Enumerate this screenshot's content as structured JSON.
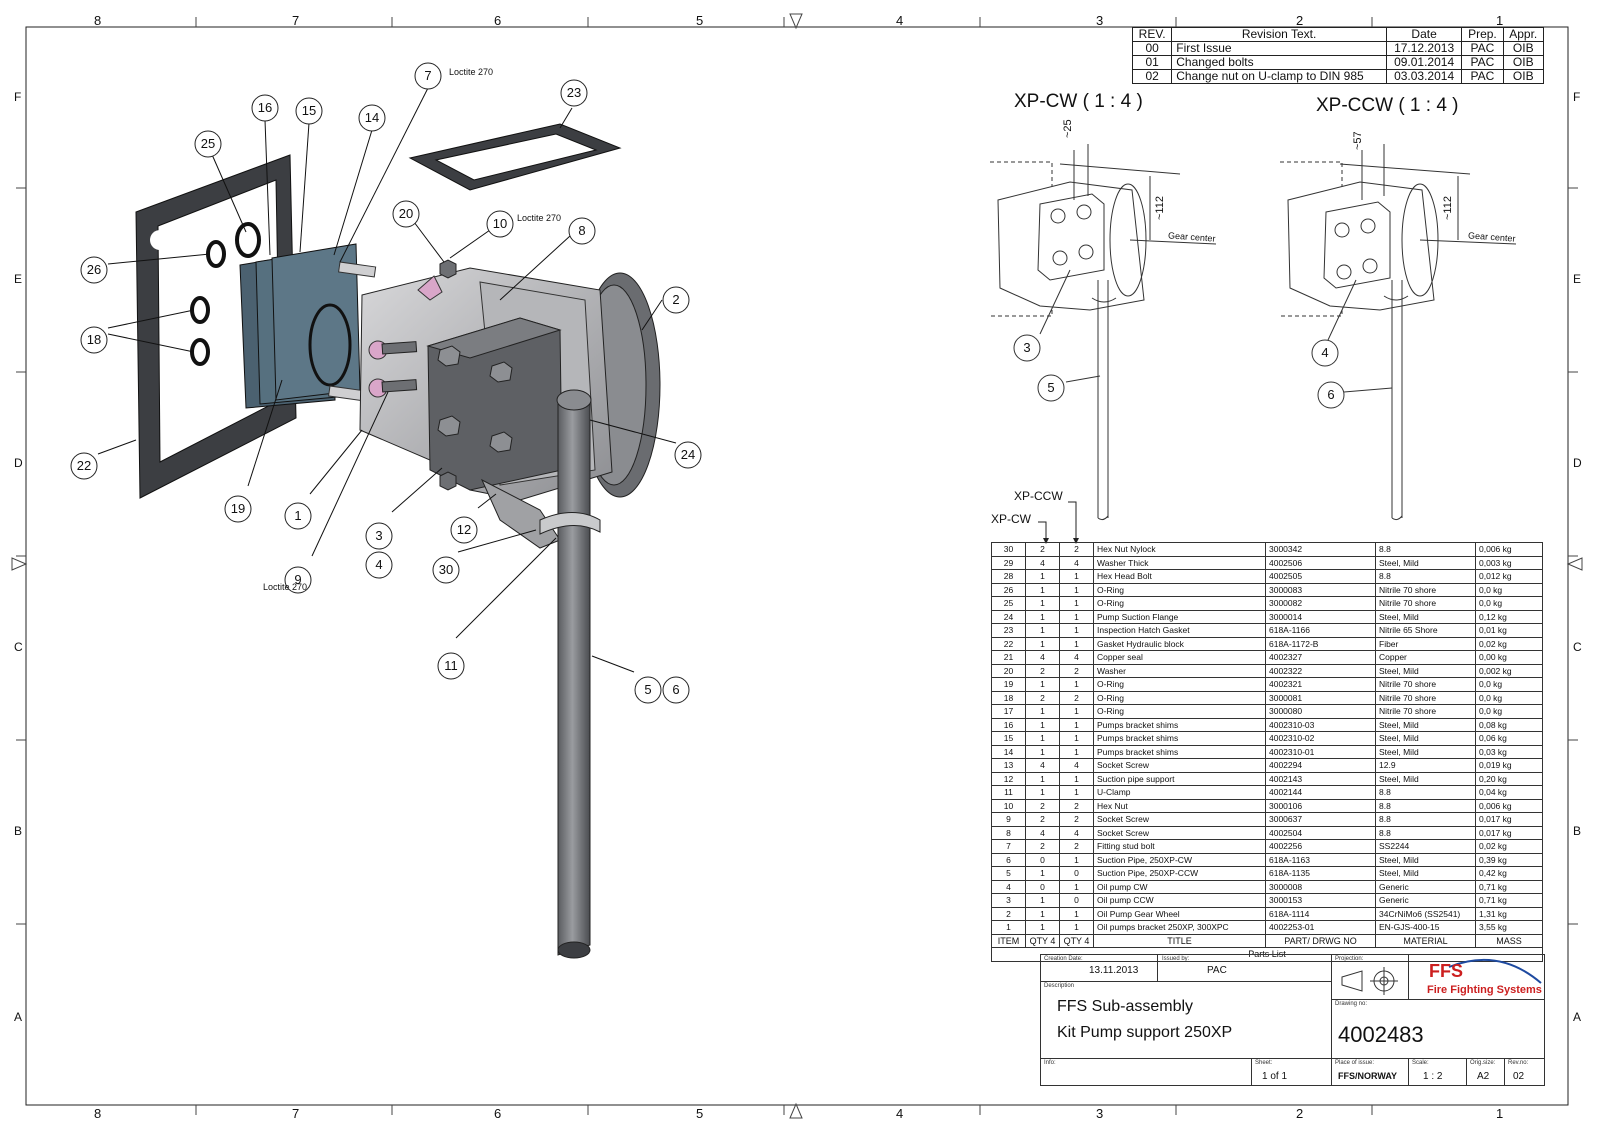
{
  "frame": {
    "col_labels": [
      "8",
      "7",
      "6",
      "5",
      "4",
      "3",
      "2",
      "1"
    ],
    "row_labels": [
      "F",
      "E",
      "D",
      "C",
      "B",
      "A"
    ]
  },
  "revisions": {
    "headers": [
      "REV.",
      "Revision Text.",
      "Date",
      "Prep.",
      "Appr."
    ],
    "rows": [
      [
        "00",
        "First Issue",
        "17.12.2013",
        "PAC",
        "OIB"
      ],
      [
        "01",
        "Changed bolts",
        "09.01.2014",
        "PAC",
        "OIB"
      ],
      [
        "02",
        "Change nut on U-clamp to DIN 985",
        "03.03.2014",
        "PAC",
        "OIB"
      ]
    ]
  },
  "details": {
    "cw_title": "XP-CW ( 1 : 4 )",
    "ccw_title": "XP-CCW ( 1 : 4 )",
    "cw_dim_a": "~25",
    "cw_dim_b": "~112",
    "ccw_dim_a": "~57",
    "ccw_dim_b": "~112",
    "gear_center": "Gear center",
    "cw_balloons": [
      "3",
      "5"
    ],
    "ccw_balloons": [
      "4",
      "6"
    ]
  },
  "main_view": {
    "balloons": [
      "7",
      "23",
      "16",
      "15",
      "14",
      "25",
      "26",
      "18",
      "20",
      "10",
      "8",
      "2",
      "22",
      "24",
      "19",
      "1",
      "9",
      "3",
      "4",
      "12",
      "30",
      "11",
      "5",
      "6"
    ],
    "loctite": "Loctite 270"
  },
  "parts_list": {
    "col_xp_ccw": "XP-CCW",
    "col_xp_cw": "XP-CW",
    "headers": [
      "ITEM",
      "QTY 4",
      "QTY 4",
      "TITLE",
      "PART/ DRWG NO",
      "MATERIAL",
      "MASS"
    ],
    "caption": "Parts List",
    "rows": [
      [
        "30",
        "2",
        "2",
        "Hex Nut Nylock",
        "3000342",
        "8.8",
        "0,006 kg"
      ],
      [
        "29",
        "4",
        "4",
        "Washer Thick",
        "4002506",
        "Steel, Mild",
        "0,003 kg"
      ],
      [
        "28",
        "1",
        "1",
        "Hex Head Bolt",
        "4002505",
        "8.8",
        "0,012 kg"
      ],
      [
        "26",
        "1",
        "1",
        "O-Ring",
        "3000083",
        "Nitrile 70 shore",
        "0,0 kg"
      ],
      [
        "25",
        "1",
        "1",
        "O-Ring",
        "3000082",
        "Nitrile 70 shore",
        "0,0 kg"
      ],
      [
        "24",
        "1",
        "1",
        "Pump Suction Flange",
        "3000014",
        "Steel, Mild",
        "0,12 kg"
      ],
      [
        "23",
        "1",
        "1",
        "Inspection Hatch Gasket",
        "618A-1166",
        "Nitrile 65 Shore",
        "0,01 kg"
      ],
      [
        "22",
        "1",
        "1",
        "Gasket Hydraulic block",
        "618A-1172-B",
        "Fiber",
        "0,02 kg"
      ],
      [
        "21",
        "4",
        "4",
        "Copper seal",
        "4002327",
        "Copper",
        "0,00 kg"
      ],
      [
        "20",
        "2",
        "2",
        "Washer",
        "4002322",
        "Steel, Mild",
        "0,002 kg"
      ],
      [
        "19",
        "1",
        "1",
        "O-Ring",
        "4002321",
        "Nitrile 70 shore",
        "0,0 kg"
      ],
      [
        "18",
        "2",
        "2",
        "O-Ring",
        "3000081",
        "Nitrile 70 shore",
        "0,0 kg"
      ],
      [
        "17",
        "1",
        "1",
        "O-Ring",
        "3000080",
        "Nitrile 70 shore",
        "0,0 kg"
      ],
      [
        "16",
        "1",
        "1",
        "Pumps bracket shims",
        "4002310-03",
        "Steel, Mild",
        "0,08 kg"
      ],
      [
        "15",
        "1",
        "1",
        "Pumps bracket shims",
        "4002310-02",
        "Steel, Mild",
        "0,06 kg"
      ],
      [
        "14",
        "1",
        "1",
        "Pumps bracket shims",
        "4002310-01",
        "Steel, Mild",
        "0,03 kg"
      ],
      [
        "13",
        "4",
        "4",
        "Socket Screw",
        "4002294",
        "12.9",
        "0,019 kg"
      ],
      [
        "12",
        "1",
        "1",
        "Suction pipe support",
        "4002143",
        "Steel, Mild",
        "0,20 kg"
      ],
      [
        "11",
        "1",
        "1",
        "U-Clamp",
        "4002144",
        "8.8",
        "0,04 kg"
      ],
      [
        "10",
        "2",
        "2",
        "Hex Nut",
        "3000106",
        "8.8",
        "0,006 kg"
      ],
      [
        "9",
        "2",
        "2",
        "Socket Screw",
        "3000637",
        "8.8",
        "0,017 kg"
      ],
      [
        "8",
        "4",
        "4",
        "Socket Screw",
        "4002504",
        "8.8",
        "0,017 kg"
      ],
      [
        "7",
        "2",
        "2",
        "Fitting stud bolt",
        "4002256",
        "SS2244",
        "0,02 kg"
      ],
      [
        "6",
        "0",
        "1",
        "Suction Pipe, 250XP-CW",
        "618A-1163",
        "Steel, Mild",
        "0,39 kg"
      ],
      [
        "5",
        "1",
        "0",
        "Suction Pipe, 250XP-CCW",
        "618A-1135",
        "Steel, Mild",
        "0,42 kg"
      ],
      [
        "4",
        "0",
        "1",
        "Oil pump CW",
        "3000008",
        "Generic",
        "0,71 kg"
      ],
      [
        "3",
        "1",
        "0",
        "Oil pump CCW",
        "3000153",
        "Generic",
        "0,71 kg"
      ],
      [
        "2",
        "1",
        "1",
        "Oil Pump Gear Wheel",
        "618A-1114",
        "34CrNiMo6 (SS2541)",
        "1,31 kg"
      ],
      [
        "1",
        "1",
        "1",
        "Oil pumps bracket 250XP, 300XPC",
        "4002253-01",
        "EN-GJS-400-15",
        "3,55 kg"
      ]
    ]
  },
  "title_block": {
    "creation_date_label": "Creation Date:",
    "creation_date": "13.11.2013",
    "issued_by_label": "Issued by:",
    "issued_by": "PAC",
    "projection_label": "Projection:",
    "description_label": "Description",
    "description_line1": "FFS Sub-assembly",
    "description_line2": "Kit Pump support 250XP",
    "drawing_no_label": "Drawing no:",
    "drawing_no": "4002483",
    "info_label": "Info:",
    "sheet_label": "Sheet:",
    "sheet": "1 of 1",
    "place_label": "Place of issue:",
    "place": "FFS/NORWAY",
    "scale_label": "Scale:",
    "scale": "1 : 2",
    "orig_size_label": "Orig.size:",
    "orig_size": "A2",
    "rev_no_label": "Rev.no:",
    "rev_no": "02",
    "logo_text": "FFS",
    "logo_subtitle": "Fire Fighting Systems",
    "logo_color": "#cc1f1f",
    "logo_arc_color": "#1e4aa0"
  }
}
